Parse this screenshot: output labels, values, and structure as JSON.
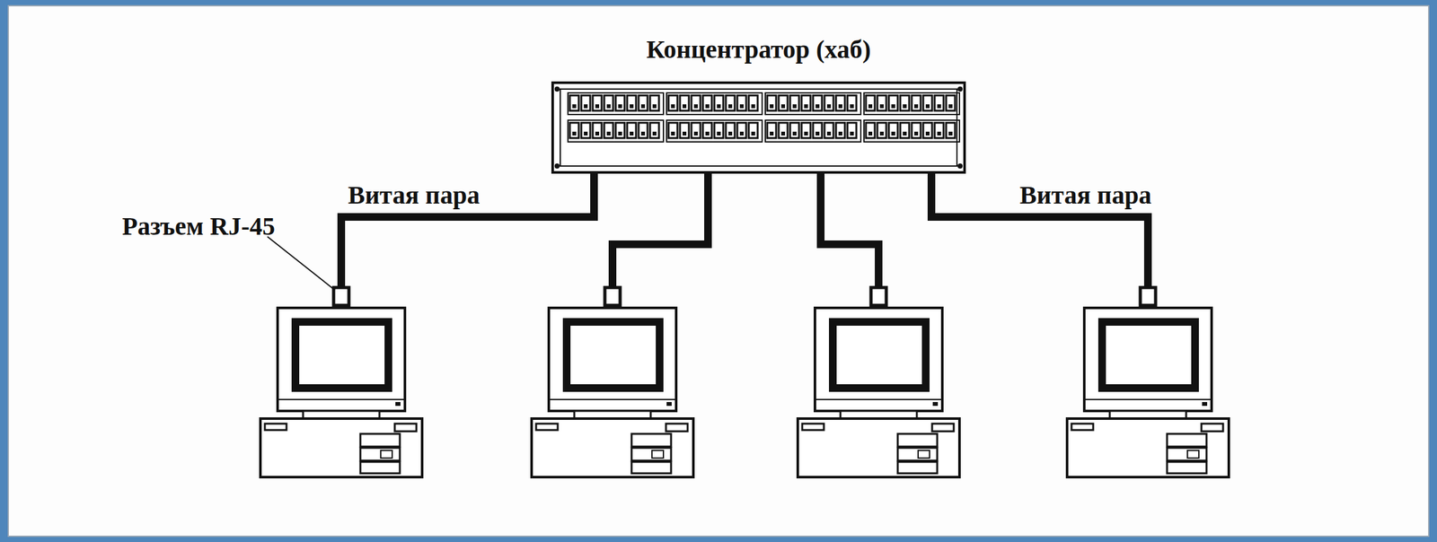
{
  "diagram": {
    "nodes": [
      {
        "text": [
          "Концентратор (хаб)"
        ]
      }
    ],
    "labels": [
      "Витая пара",
      "Витая пара",
      "Разъем RJ-45"
    ]
  }
}
